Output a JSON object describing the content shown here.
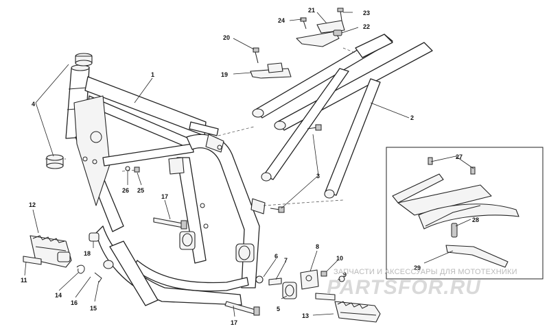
{
  "callouts": {
    "c1": "1",
    "c2": "2",
    "c3": "3",
    "c4": "4",
    "c5": "5",
    "c6": "6",
    "c7": "7",
    "c8": "8",
    "c9": "9",
    "c10": "10",
    "c11": "11",
    "c12": "12",
    "c13": "13",
    "c14": "14",
    "c15": "15",
    "c16": "16",
    "c17a": "17",
    "c17b": "17",
    "c18": "18",
    "c19": "19",
    "c20": "20",
    "c21": "21",
    "c22": "22",
    "c23": "23",
    "c24": "24",
    "c25": "25",
    "c26": "26",
    "c27": "27",
    "c28": "28",
    "c29": "29"
  },
  "watermark": {
    "tagline": "ЗАПЧАСТИ И АКСЕССУАРЫ ДЛЯ МОТОТЕХНИКИ",
    "logo": "PARTSFOR.RU"
  }
}
